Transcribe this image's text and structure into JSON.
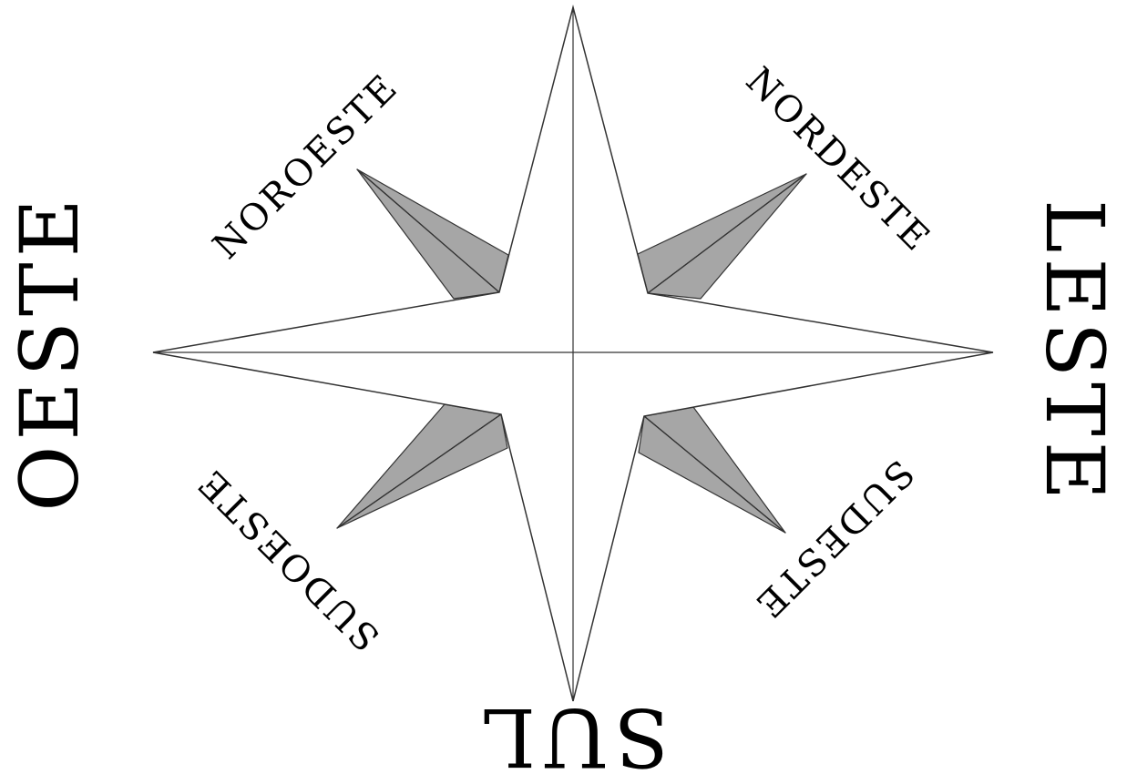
{
  "directions": {
    "north": "",
    "south": "SUL",
    "east": "LESTE",
    "west": "OESTE",
    "northeast": "NORDESTE",
    "northwest": "NOROESTE",
    "southeast": "SUDESTE",
    "southwest": "SUDOESTE"
  },
  "colors": {
    "background": "#ffffff",
    "star_fill": "#ffffff",
    "secondary_fill": "#a6a6a6",
    "stroke": "#333333",
    "text": "#000000"
  }
}
